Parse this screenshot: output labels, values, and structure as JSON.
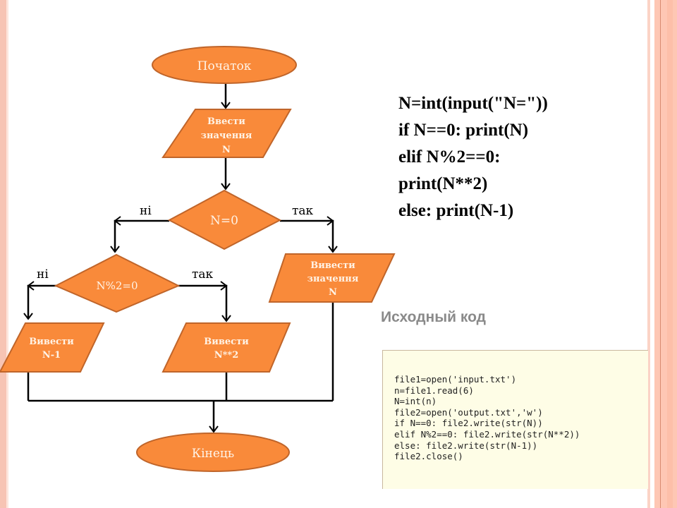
{
  "flowchart": {
    "start": "Початок",
    "input": [
      "Ввести",
      "значення",
      "N"
    ],
    "cond1": "N=0",
    "cond1_no": "ні",
    "cond1_yes": "так",
    "output_yes1": [
      "Вивести",
      "значення",
      "N"
    ],
    "cond2": "N%2=0",
    "cond2_no": "ні",
    "cond2_yes": "так",
    "output_no2": [
      "Вивести",
      "N-1"
    ],
    "output_yes2": [
      "Вивести",
      "N**2"
    ],
    "end": "Кінець"
  },
  "python_code": [
    "N=int(input(\"N=\"))",
    "if N==0: print(N)",
    "elif N%2==0:",
    "print(N**2)",
    "else: print(N-1)"
  ],
  "source": {
    "title": "Исходный код",
    "lines": [
      "file1=open('input.txt')",
      "n=file1.read(6)",
      "N=int(n)",
      "file2=open('output.txt','w')",
      "if N==0: file2.write(str(N))",
      "elif N%2==0: file2.write(str(N**2))",
      "else: file2.write(str(N-1))",
      "file2.close()"
    ]
  },
  "colors": {
    "shape_fill": "#f98a3a",
    "border_accent": "#f7c4b4",
    "code_bg": "#fefde6"
  }
}
